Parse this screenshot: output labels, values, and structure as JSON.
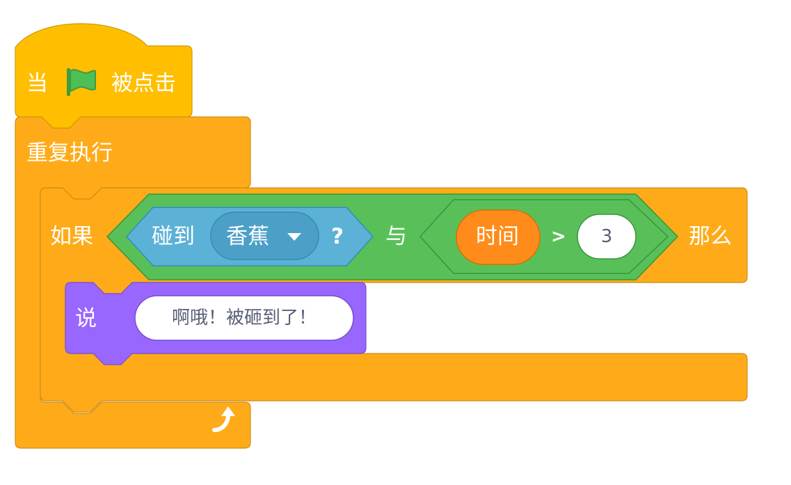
{
  "script": {
    "hat_block": {
      "prefix": "当",
      "flag_icon": "green-flag-icon",
      "suffix": "被点击"
    },
    "forever_block": {
      "label": "重复执行",
      "loop_icon": "loop-arrow-icon"
    },
    "if_block": {
      "if_label": "如果",
      "then_label": "那么",
      "and_block": {
        "label": "与",
        "touching": {
          "label": "碰到",
          "target": "香蕉",
          "question": "?"
        },
        "compare": {
          "reporter": "时间",
          "operator": ">",
          "value": "3"
        }
      }
    },
    "say_block": {
      "label": "说",
      "message": "啊哦！被砸到了！"
    }
  },
  "colors": {
    "events": "#ffbf00",
    "control": "#ffab19",
    "operators": "#59c059",
    "sensing": "#5cb1d6",
    "sensing_timer": "#ff8c1a",
    "looks": "#9966ff",
    "flag": "#4cbf56"
  }
}
